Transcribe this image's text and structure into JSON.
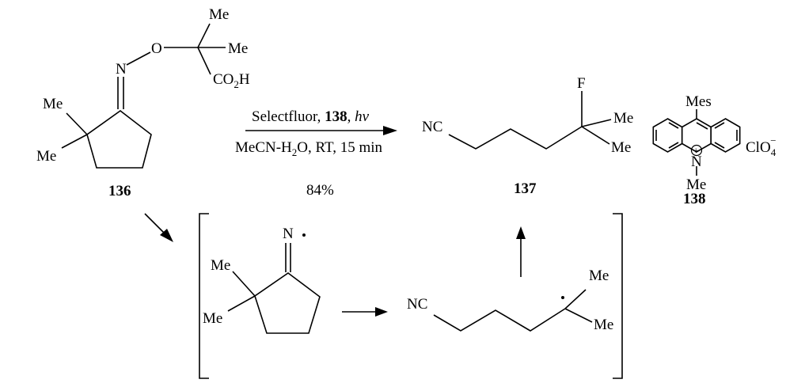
{
  "compounds": {
    "c136": {
      "label": "136",
      "me1": "Me",
      "me2": "Me",
      "me3": "Me",
      "me4": "Me",
      "n": "N",
      "o": "O",
      "co2h": "CO",
      "co2h_sub": "2",
      "co2h_h": "H"
    },
    "c137": {
      "label": "137",
      "nc": "NC",
      "f": "F",
      "me1": "Me",
      "me2": "Me"
    },
    "c138": {
      "label": "138",
      "mes": "Mes",
      "n": "N",
      "plus": "+",
      "me": "Me",
      "counterion": "ClO",
      "counterion_sub": "4",
      "counterion_charge": "−"
    }
  },
  "conditions": {
    "reagents": "Selectfluor, ",
    "catalyst": "138",
    "sep": ", ",
    "light": "hv",
    "solvent_pre": "MeCN-H",
    "solvent_sub": "2",
    "solvent_post": "O, RT, 15 min",
    "yield": "84%"
  },
  "intermediates": {
    "iminyl": {
      "n": "N",
      "me1": "Me",
      "me2": "Me"
    },
    "alkyl": {
      "nc": "NC",
      "me1": "Me",
      "me2": "Me"
    }
  }
}
